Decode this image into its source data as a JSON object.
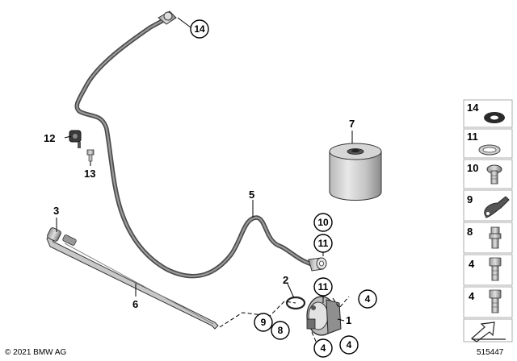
{
  "footer": {
    "copyright": "© 2021 BMW AG",
    "diagram_id": "515447"
  },
  "callouts": {
    "hose_top": "14",
    "upper_label": "12",
    "lower_label": "13",
    "hose": "5",
    "rod_top": "3",
    "rod": "6",
    "filter": "7",
    "ring_a": "10",
    "ring_b": "11",
    "ring_c": "11",
    "oring": "2",
    "pump": "1",
    "bolt_a": "4",
    "bolt_b": "4",
    "bolt_c": "4",
    "seal_9": "9",
    "seal_8": "8"
  },
  "legend": [
    {
      "num": "14",
      "icon": "grommet-icon"
    },
    {
      "num": "11",
      "icon": "sealing-ring-icon"
    },
    {
      "num": "10",
      "icon": "banjo-bolt-icon"
    },
    {
      "num": "9",
      "icon": "bracket-icon"
    },
    {
      "num": "8",
      "icon": "bleed-screw-icon"
    },
    {
      "num": "4",
      "icon": "hex-bolt-icon"
    },
    {
      "num": "4",
      "icon": "hex-bolt-icon"
    }
  ]
}
